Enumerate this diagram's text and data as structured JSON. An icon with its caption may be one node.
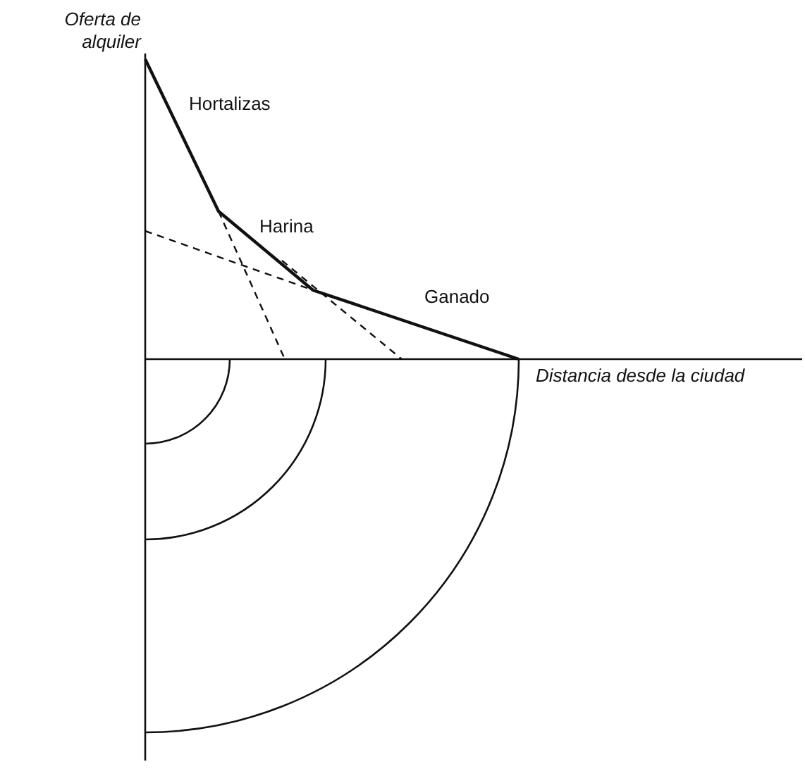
{
  "diagram": {
    "labels": [
      "Oferta de alquiler",
      "Hortalizas",
      "Harina",
      "Ganado",
      "Distancia desde la ciudad"
    ]
  }
}
